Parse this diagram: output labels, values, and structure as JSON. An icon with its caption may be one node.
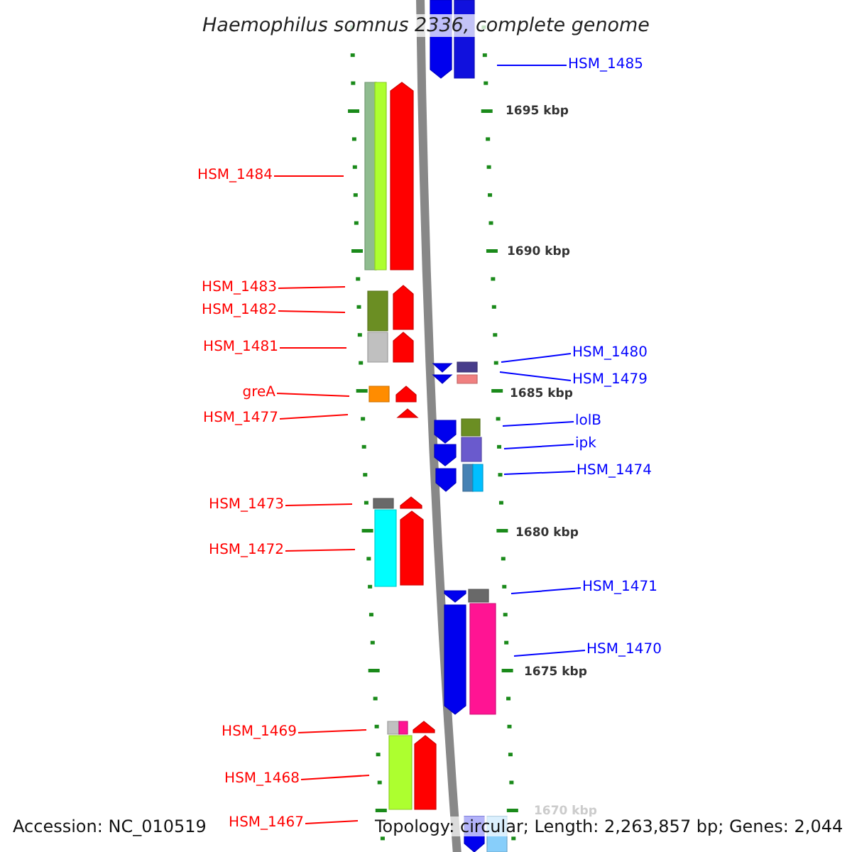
{
  "diagram": {
    "title": "Haemophilus somnus 2336, complete genome",
    "nodes": [
      {
        "text": [
          "HSM_1485"
        ]
      },
      {
        "text": [
          "HSM_1484"
        ]
      },
      {
        "text": [
          "HSM_1483"
        ]
      },
      {
        "text": [
          "HSM_1482"
        ]
      },
      {
        "text": [
          "HSM_1481"
        ]
      },
      {
        "text": [
          "HSM_1480"
        ]
      },
      {
        "text": [
          "HSM_1479"
        ]
      },
      {
        "text": [
          "greA"
        ]
      },
      {
        "text": [
          "HSM_1477"
        ]
      },
      {
        "text": [
          "lolB"
        ]
      },
      {
        "text": [
          "ipk"
        ]
      },
      {
        "text": [
          "HSM_1474"
        ]
      },
      {
        "text": [
          "HSM_1473"
        ]
      },
      {
        "text": [
          "HSM_1472"
        ]
      },
      {
        "text": [
          "HSM_1471"
        ]
      },
      {
        "text": [
          "HSM_1470"
        ]
      },
      {
        "text": [
          "HSM_1469"
        ]
      },
      {
        "text": [
          "HSM_1468"
        ]
      },
      {
        "text": [
          "HSM_1467"
        ]
      }
    ],
    "edges": [
      {
        "from": 0,
        "to": null,
        "arrow": "none",
        "color": "#0000ff"
      },
      {
        "from": 1,
        "to": null,
        "arrow": "none"
      },
      {
        "from": 2,
        "to": null,
        "arrow": "none"
      },
      {
        "from": 3,
        "to": null,
        "arrow": "none"
      },
      {
        "from": 4,
        "to": null,
        "arrow": "none"
      },
      {
        "from": 5,
        "to": null,
        "arrow": "none",
        "color": "#0000ff"
      },
      {
        "from": 6,
        "to": null,
        "arrow": "none",
        "color": "#0000ff"
      },
      {
        "from": 7,
        "to": null,
        "arrow": "none"
      },
      {
        "from": 8,
        "to": null,
        "arrow": "none"
      },
      {
        "from": 9,
        "to": null,
        "arrow": "none",
        "color": "#0000ff"
      },
      {
        "from": 10,
        "to": null,
        "arrow": "none",
        "color": "#0000ff"
      },
      {
        "from": 11,
        "to": null,
        "arrow": "none",
        "color": "#0000ff"
      },
      {
        "from": 12,
        "to": null,
        "arrow": "none"
      },
      {
        "from": 13,
        "to": null,
        "arrow": "none"
      },
      {
        "from": 14,
        "to": null,
        "arrow": "none",
        "color": "#0000ff"
      },
      {
        "from": 15,
        "to": null,
        "arrow": "none",
        "color": "#0000ff"
      },
      {
        "from": 16,
        "to": null,
        "arrow": "none"
      },
      {
        "from": 17,
        "to": null,
        "arrow": "none"
      },
      {
        "from": 18,
        "to": null,
        "arrow": "none"
      }
    ],
    "labels": [
      "1695 kbp",
      "1690 kbp",
      "1685 kbp",
      "1680 kbp",
      "1675 kbp",
      "1670 kbp",
      "Accession: NC_010519",
      "Topology: circular; Length: 2,263,857 bp; Genes: 2,044"
    ]
  }
}
